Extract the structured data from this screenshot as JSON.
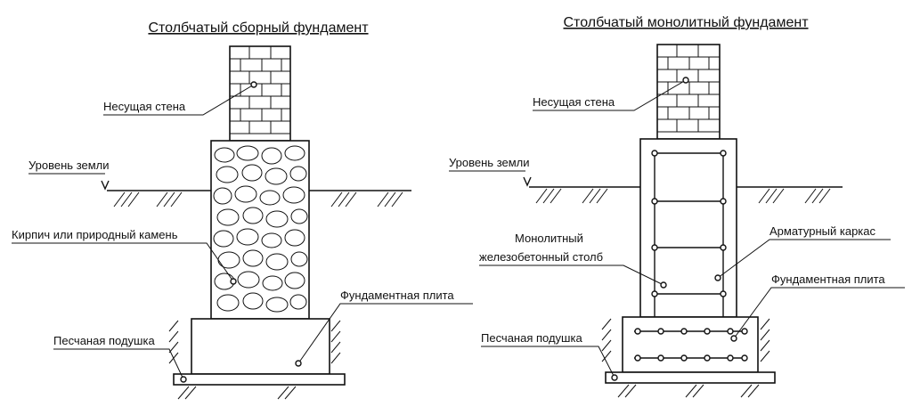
{
  "left": {
    "title": "Столбчатый сборный фундамент",
    "labels": {
      "wall": "Несущая стена",
      "ground": "Уровень земли",
      "stone": "Кирпич или природный камень",
      "slab": "Фундаментная плита",
      "sand": "Песчаная подушка"
    }
  },
  "right": {
    "title": "Столбчатый монолитный фундамент",
    "labels": {
      "wall": "Несущая стена",
      "ground": "Уровень земли",
      "pillar_line1": "Монолитный",
      "pillar_line2": "железобетонный столб",
      "cage": "Арматурный каркас",
      "slab": "Фундаментная плита",
      "sand": "Песчаная подушка"
    }
  }
}
